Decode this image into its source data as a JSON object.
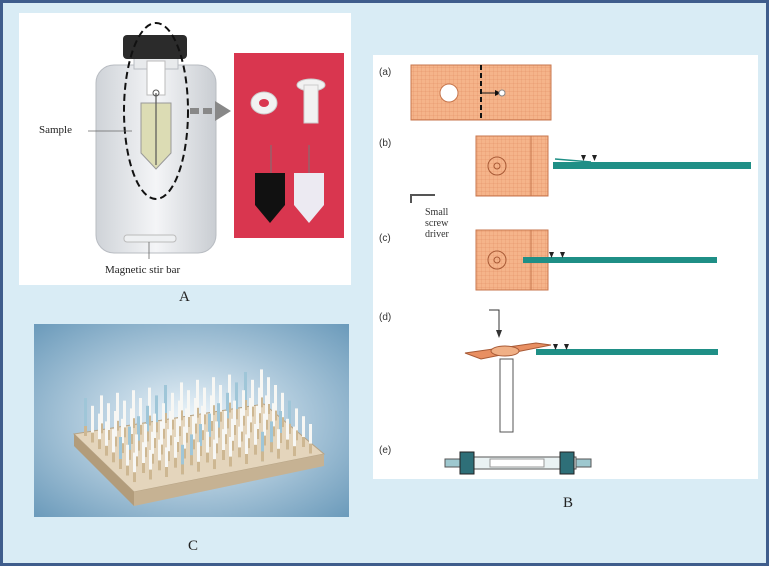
{
  "panel_a": {
    "sample_label": "Sample",
    "stir_bar_label": "Magnetic stir bar",
    "caption": "A"
  },
  "panel_b": {
    "steps": [
      "(a)",
      "(b)",
      "(c)",
      "(d)",
      "(e)"
    ],
    "screwdriver_label_1": "Small",
    "screwdriver_label_2": "screw",
    "screwdriver_label_3": "driver",
    "caption": "B"
  },
  "panel_c": {
    "caption": "C"
  },
  "colors": {
    "border": "#3f5d8c",
    "background": "#d9ecf5",
    "mesh": "#f5b48a",
    "rod": "#1f8f86",
    "pink_bg": "#d9364f"
  }
}
